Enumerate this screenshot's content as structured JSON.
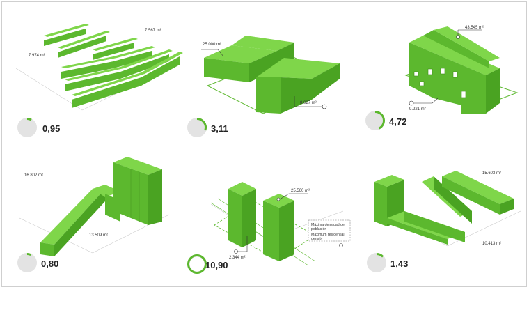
{
  "colors": {
    "accent": "#5cb82e",
    "accent_dark": "#3f8a1c",
    "gauge_bg": "#e3e3e3"
  },
  "panels": [
    {
      "id": "p1",
      "value": "0,95",
      "gauge_fraction": 0.08,
      "areas": [
        "7.567 m²",
        "7.974 m²"
      ]
    },
    {
      "id": "p2",
      "value": "3,11",
      "gauge_fraction": 0.3,
      "areas": [
        "25.000 m²",
        "8.027 m²"
      ]
    },
    {
      "id": "p3",
      "value": "4,72",
      "gauge_fraction": 0.43,
      "areas": [
        "43.545 m²",
        "9.221 m²"
      ]
    },
    {
      "id": "p4",
      "value": "0,80",
      "gauge_fraction": 0.07,
      "areas": [
        "16.802 m²",
        "13.509 m²"
      ]
    },
    {
      "id": "p5",
      "value": "10,90",
      "gauge_fraction": 1.0,
      "areas": [
        "25.560 m²",
        "2.344 m²"
      ],
      "note": [
        "Máxima densidad de",
        "población",
        "Maximum residential",
        "density"
      ]
    },
    {
      "id": "p6",
      "value": "1,43",
      "gauge_fraction": 0.13,
      "areas": [
        "15.603 m²",
        "10.413 m²"
      ]
    }
  ]
}
